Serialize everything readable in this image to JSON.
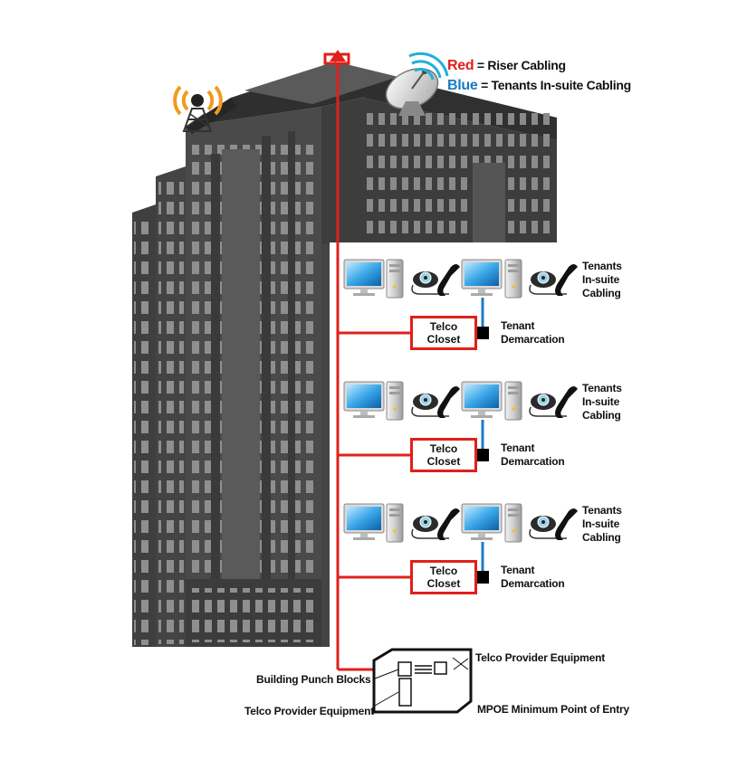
{
  "legend": {
    "red_key": "Red",
    "red_text": " = Riser Cabling",
    "blue_key": "Blue",
    "blue_text": " = Tenants In-suite Cabling",
    "red_color": "#e0201b",
    "blue_color": "#1a7bc4"
  },
  "floors": [
    {
      "closet_line1": "Telco",
      "closet_line2": "Closet",
      "demarc_line1": "Tenant",
      "demarc_line2": "Demarcation",
      "insuite_line1": "Tenants",
      "insuite_line2": "In-suite",
      "insuite_line3": "Cabling"
    },
    {
      "closet_line1": "Telco",
      "closet_line2": "Closet",
      "demarc_line1": "Tenant",
      "demarc_line2": "Demarcation",
      "insuite_line1": "Tenants",
      "insuite_line2": "In-suite",
      "insuite_line3": "Cabling"
    },
    {
      "closet_line1": "Telco",
      "closet_line2": "Closet",
      "demarc_line1": "Tenant",
      "demarc_line2": "Demarcation",
      "insuite_line1": "Tenants",
      "insuite_line2": "In-suite",
      "insuite_line3": "Cabling"
    }
  ],
  "mpoe": {
    "telco_equipment_top": "Telco Provider Equipment",
    "punch_blocks": "Building Punch Blocks",
    "telco_equipment_bottom": "Telco Provider Equipment",
    "mpoe_label": "MPOE Minimum Point of Entry"
  },
  "icons": [
    "antenna-tower-icon",
    "satellite-dish-icon",
    "monitor-icon",
    "pc-tower-icon",
    "telephone-icon",
    "demarcation-block-icon"
  ]
}
